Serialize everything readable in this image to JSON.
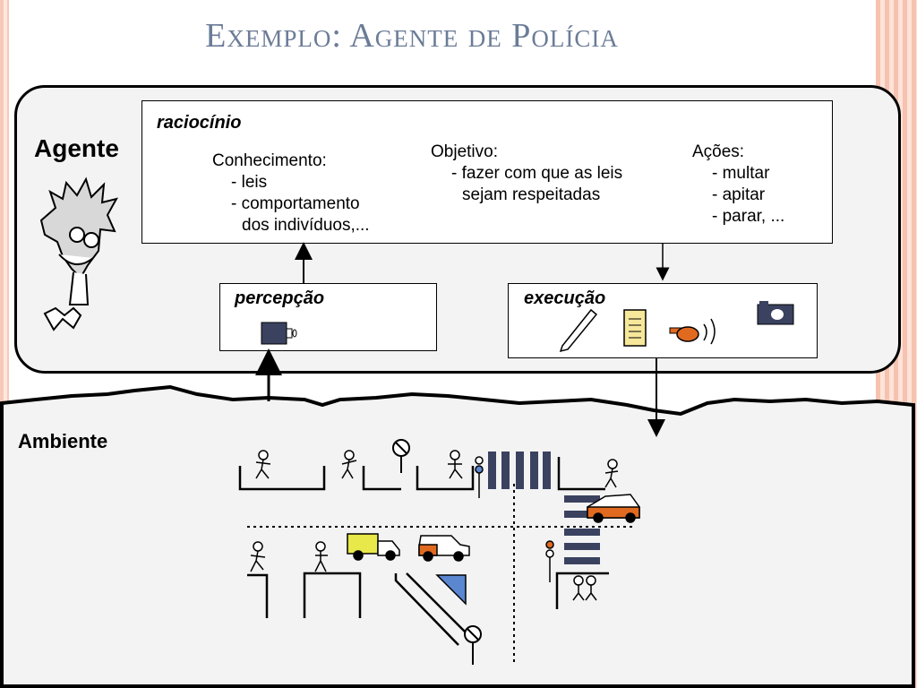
{
  "title": "Exemplo: Agente de Polícia",
  "agent_label": "Agente",
  "environment_label": "Ambiente",
  "reasoning": {
    "label": "raciocínio",
    "knowledge": {
      "heading": "Conhecimento:",
      "items": [
        "- leis",
        "- comportamento",
        "dos indivíduos,..."
      ]
    },
    "goal": {
      "heading": "Objetivo:",
      "items": [
        "- fazer com que as leis",
        "sejam respeitadas"
      ]
    },
    "actions": {
      "heading": "Ações:",
      "items": [
        "- multar",
        "- apitar",
        "- parar, ..."
      ]
    }
  },
  "perception": {
    "label": "percepção"
  },
  "execution": {
    "label": "execução"
  },
  "colors": {
    "title": "#6b7c97",
    "camera": "#3a4260",
    "truck": "#e8e84a",
    "car_orange": "#e06a20",
    "sign_blue": "#5b86d0",
    "stripes": "#3a4260"
  }
}
